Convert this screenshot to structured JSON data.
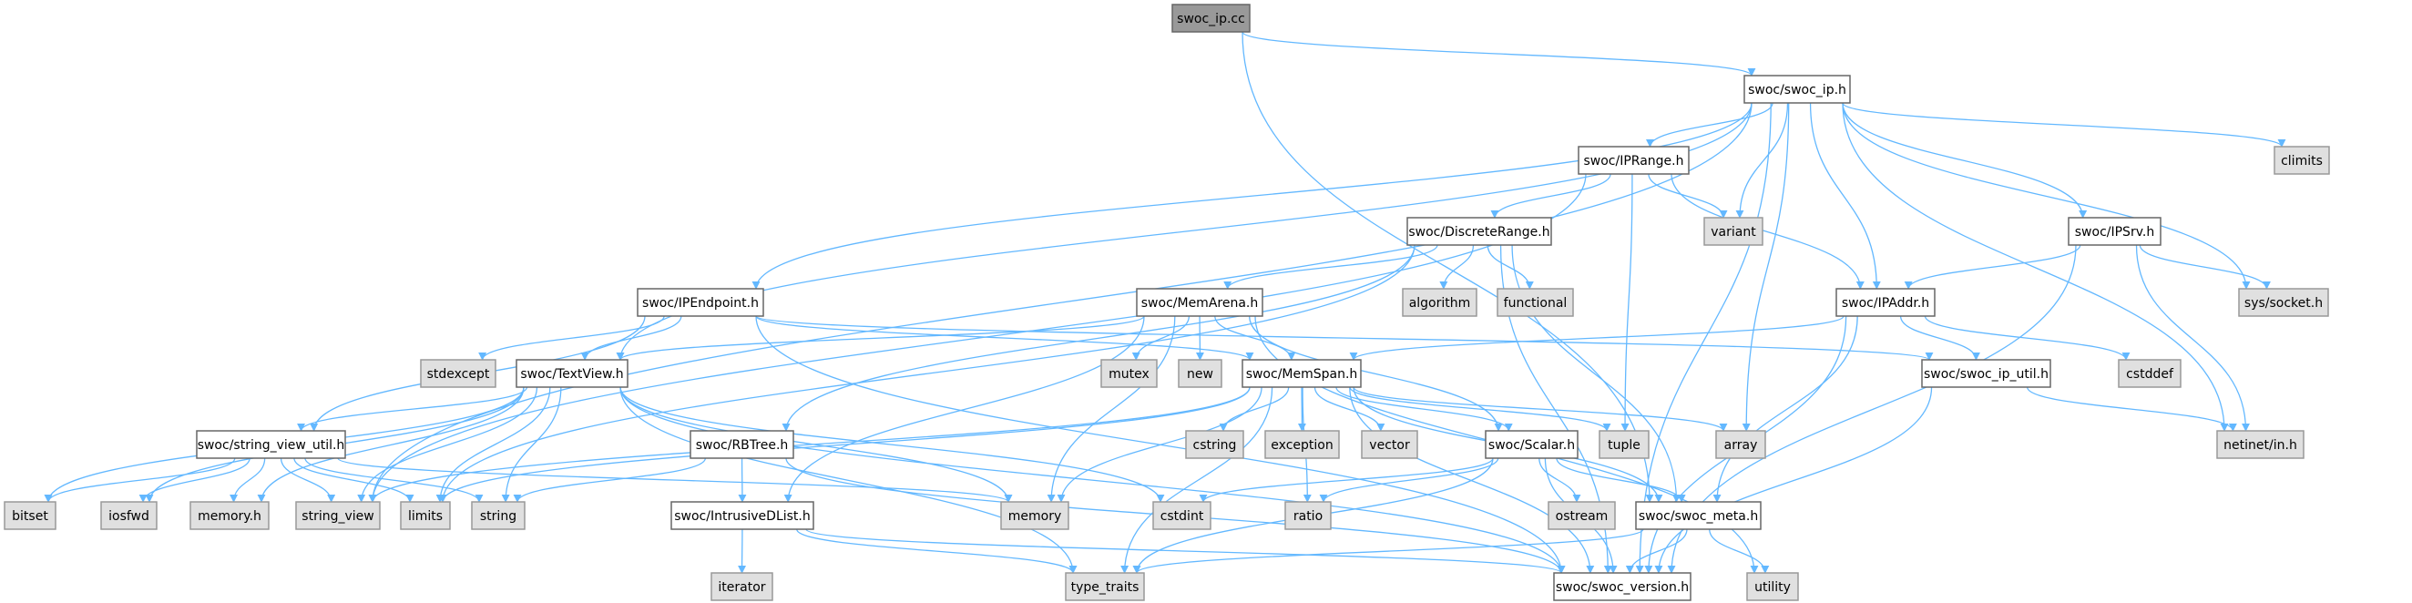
{
  "title": "swoc_ip.cc",
  "colors": {
    "edge": "#63b8ff",
    "root_fill": "#999999",
    "system_fill": "#e0e0e0",
    "local_fill": "#ffffff"
  },
  "nodes": [
    {
      "id": "root",
      "label": "swoc_ip.cc",
      "kind": "root"
    },
    {
      "id": "swoc_ip",
      "label": "swoc/swoc_ip.h",
      "kind": "local"
    },
    {
      "id": "IPRange",
      "label": "swoc/IPRange.h",
      "kind": "local"
    },
    {
      "id": "climits",
      "label": "climits",
      "kind": "sys"
    },
    {
      "id": "DiscreteRange",
      "label": "swoc/DiscreteRange.h",
      "kind": "local"
    },
    {
      "id": "variant",
      "label": "variant",
      "kind": "sys"
    },
    {
      "id": "IPSrv",
      "label": "swoc/IPSrv.h",
      "kind": "local"
    },
    {
      "id": "IPEndpoint",
      "label": "swoc/IPEndpoint.h",
      "kind": "local"
    },
    {
      "id": "MemArena",
      "label": "swoc/MemArena.h",
      "kind": "local"
    },
    {
      "id": "algorithm",
      "label": "algorithm",
      "kind": "sys"
    },
    {
      "id": "functional",
      "label": "functional",
      "kind": "sys"
    },
    {
      "id": "IPAddr",
      "label": "swoc/IPAddr.h",
      "kind": "local"
    },
    {
      "id": "socket",
      "label": "sys/socket.h",
      "kind": "sys"
    },
    {
      "id": "stdexcept",
      "label": "stdexcept",
      "kind": "sys"
    },
    {
      "id": "TextView",
      "label": "swoc/TextView.h",
      "kind": "local"
    },
    {
      "id": "mutex",
      "label": "mutex",
      "kind": "sys"
    },
    {
      "id": "new",
      "label": "new",
      "kind": "sys"
    },
    {
      "id": "MemSpan",
      "label": "swoc/MemSpan.h",
      "kind": "local"
    },
    {
      "id": "ip_util",
      "label": "swoc/swoc_ip_util.h",
      "kind": "local"
    },
    {
      "id": "cstddef",
      "label": "cstddef",
      "kind": "sys"
    },
    {
      "id": "sv_util",
      "label": "swoc/string_view_util.h",
      "kind": "local"
    },
    {
      "id": "RBTree",
      "label": "swoc/RBTree.h",
      "kind": "local"
    },
    {
      "id": "cstring",
      "label": "cstring",
      "kind": "sys"
    },
    {
      "id": "exception",
      "label": "exception",
      "kind": "sys"
    },
    {
      "id": "vector",
      "label": "vector",
      "kind": "sys"
    },
    {
      "id": "Scalar",
      "label": "swoc/Scalar.h",
      "kind": "local"
    },
    {
      "id": "tuple",
      "label": "tuple",
      "kind": "sys"
    },
    {
      "id": "array",
      "label": "array",
      "kind": "sys"
    },
    {
      "id": "netinet",
      "label": "netinet/in.h",
      "kind": "sys"
    },
    {
      "id": "bitset",
      "label": "bitset",
      "kind": "sys"
    },
    {
      "id": "iosfwd",
      "label": "iosfwd",
      "kind": "sys"
    },
    {
      "id": "memory_h",
      "label": "memory.h",
      "kind": "sys"
    },
    {
      "id": "string_view",
      "label": "string_view",
      "kind": "sys"
    },
    {
      "id": "limits",
      "label": "limits",
      "kind": "sys"
    },
    {
      "id": "string",
      "label": "string",
      "kind": "sys"
    },
    {
      "id": "IntrusiveDList",
      "label": "swoc/IntrusiveDList.h",
      "kind": "local"
    },
    {
      "id": "memory",
      "label": "memory",
      "kind": "sys"
    },
    {
      "id": "cstdint",
      "label": "cstdint",
      "kind": "sys"
    },
    {
      "id": "ratio",
      "label": "ratio",
      "kind": "sys"
    },
    {
      "id": "ostream",
      "label": "ostream",
      "kind": "sys"
    },
    {
      "id": "meta",
      "label": "swoc/swoc_meta.h",
      "kind": "local"
    },
    {
      "id": "iterator",
      "label": "iterator",
      "kind": "sys"
    },
    {
      "id": "type_traits",
      "label": "type_traits",
      "kind": "sys"
    },
    {
      "id": "version",
      "label": "swoc/swoc_version.h",
      "kind": "local"
    },
    {
      "id": "utility",
      "label": "utility",
      "kind": "sys"
    }
  ],
  "edges": [
    [
      "root",
      "swoc_ip"
    ],
    [
      "root",
      "meta"
    ],
    [
      "swoc_ip",
      "IPRange"
    ],
    [
      "swoc_ip",
      "variant"
    ],
    [
      "swoc_ip",
      "array"
    ],
    [
      "swoc_ip",
      "IPAddr"
    ],
    [
      "swoc_ip",
      "IPSrv"
    ],
    [
      "swoc_ip",
      "climits"
    ],
    [
      "swoc_ip",
      "socket"
    ],
    [
      "swoc_ip",
      "netinet"
    ],
    [
      "swoc_ip",
      "version"
    ],
    [
      "swoc_ip",
      "IPEndpoint"
    ],
    [
      "swoc_ip",
      "TextView"
    ],
    [
      "swoc_ip",
      "string_view"
    ],
    [
      "IPRange",
      "DiscreteRange"
    ],
    [
      "IPRange",
      "variant"
    ],
    [
      "IPRange",
      "tuple"
    ],
    [
      "IPRange",
      "IPAddr"
    ],
    [
      "IPRange",
      "string_view"
    ],
    [
      "DiscreteRange",
      "MemArena"
    ],
    [
      "DiscreteRange",
      "algorithm"
    ],
    [
      "DiscreteRange",
      "functional"
    ],
    [
      "DiscreteRange",
      "RBTree"
    ],
    [
      "DiscreteRange",
      "meta"
    ],
    [
      "DiscreteRange",
      "version"
    ],
    [
      "DiscreteRange",
      "limits"
    ],
    [
      "MemArena",
      "mutex"
    ],
    [
      "MemArena",
      "new"
    ],
    [
      "MemArena",
      "MemSpan"
    ],
    [
      "MemArena",
      "memory"
    ],
    [
      "MemArena",
      "Scalar"
    ],
    [
      "MemArena",
      "IntrusiveDList"
    ],
    [
      "MemArena",
      "TextView"
    ],
    [
      "MemArena",
      "utility"
    ],
    [
      "IPEndpoint",
      "stdexcept"
    ],
    [
      "IPEndpoint",
      "TextView"
    ],
    [
      "IPEndpoint",
      "sv_util"
    ],
    [
      "IPEndpoint",
      "MemSpan"
    ],
    [
      "IPEndpoint",
      "ip_util"
    ],
    [
      "IPEndpoint",
      "version"
    ],
    [
      "TextView",
      "sv_util"
    ],
    [
      "TextView",
      "bitset"
    ],
    [
      "TextView",
      "iosfwd"
    ],
    [
      "TextView",
      "memory_h"
    ],
    [
      "TextView",
      "string_view"
    ],
    [
      "TextView",
      "limits"
    ],
    [
      "TextView",
      "string"
    ],
    [
      "TextView",
      "cstdint"
    ],
    [
      "TextView",
      "type_traits"
    ],
    [
      "TextView",
      "version"
    ],
    [
      "TextView",
      "memory"
    ],
    [
      "IPAddr",
      "MemSpan"
    ],
    [
      "IPAddr",
      "ip_util"
    ],
    [
      "IPAddr",
      "cstddef"
    ],
    [
      "IPAddr",
      "meta"
    ],
    [
      "IPAddr",
      "version"
    ],
    [
      "IPSrv",
      "IPAddr"
    ],
    [
      "IPSrv",
      "socket"
    ],
    [
      "IPSrv",
      "netinet"
    ],
    [
      "IPSrv",
      "version"
    ],
    [
      "ip_util",
      "netinet"
    ],
    [
      "ip_util",
      "version"
    ],
    [
      "MemSpan",
      "cstring"
    ],
    [
      "MemSpan",
      "exception"
    ],
    [
      "MemSpan",
      "vector"
    ],
    [
      "MemSpan",
      "Scalar"
    ],
    [
      "MemSpan",
      "tuple"
    ],
    [
      "MemSpan",
      "array"
    ],
    [
      "MemSpan",
      "memory"
    ],
    [
      "MemSpan",
      "type_traits"
    ],
    [
      "MemSpan",
      "ratio"
    ],
    [
      "MemSpan",
      "version"
    ],
    [
      "MemSpan",
      "string_view"
    ],
    [
      "MemSpan",
      "limits"
    ],
    [
      "MemSpan",
      "meta"
    ],
    [
      "sv_util",
      "bitset"
    ],
    [
      "sv_util",
      "iosfwd"
    ],
    [
      "sv_util",
      "memory_h"
    ],
    [
      "sv_util",
      "string_view"
    ],
    [
      "sv_util",
      "limits"
    ],
    [
      "sv_util",
      "string"
    ],
    [
      "sv_util",
      "memory"
    ],
    [
      "RBTree",
      "IntrusiveDList"
    ],
    [
      "RBTree",
      "string"
    ],
    [
      "RBTree",
      "version"
    ],
    [
      "Scalar",
      "cstdint"
    ],
    [
      "Scalar",
      "ratio"
    ],
    [
      "Scalar",
      "ostream"
    ],
    [
      "Scalar",
      "meta"
    ],
    [
      "Scalar",
      "type_traits"
    ],
    [
      "Scalar",
      "version"
    ],
    [
      "IntrusiveDList",
      "iterator"
    ],
    [
      "IntrusiveDList",
      "type_traits"
    ],
    [
      "IntrusiveDList",
      "version"
    ],
    [
      "meta",
      "utility"
    ],
    [
      "meta",
      "version"
    ],
    [
      "meta",
      "type_traits"
    ]
  ]
}
